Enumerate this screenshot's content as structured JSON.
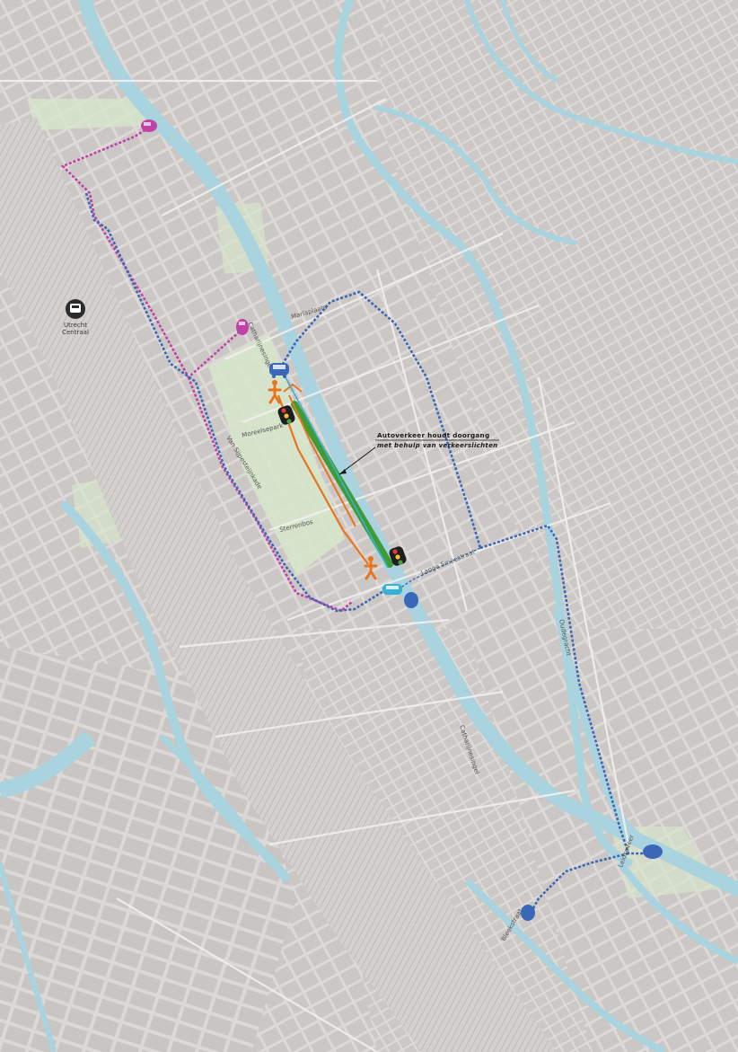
{
  "map": {
    "station": {
      "line1": "Utrecht",
      "line2": "Centraal"
    },
    "streets": {
      "catharijnesingel_north": "Catharijnesingel",
      "mariaplaats": "Mariaplaats",
      "moreelsepark": "Moreelsepark",
      "sterrenbos": "Sterrenbos",
      "lange_smeestraat": "Lange Smeestraat",
      "oudegracht": "Oudegracht",
      "catharijnesingel_south": "Catharijnesingel",
      "leidseveer": "Leidseveer",
      "bleekstraat": "Bleekstraat",
      "van_sijpesteijnkade": "Van Sijpesteijnkade"
    },
    "callout": {
      "title": "Autoverkeer houdt doorgang",
      "subtitle": "met behulp van verkeerslichten"
    },
    "colors": {
      "background": "#e3e0de",
      "building": "#cdc9c6",
      "water": "#a9d3df",
      "green": "#d6e6cc",
      "rail": "#c4c1bf",
      "bus_route": "#3b67b8",
      "tram_route": "#c042a8",
      "car_route": "#3ab0d4",
      "construction": "#3f9c35",
      "pedestrian": "#e8741e",
      "traffic_light_body": "#1e1e1e"
    },
    "icons": [
      "bus-icon",
      "tram-icon",
      "car-icon",
      "pedestrian-icon",
      "traffic-light-icon",
      "train-station-icon"
    ]
  }
}
